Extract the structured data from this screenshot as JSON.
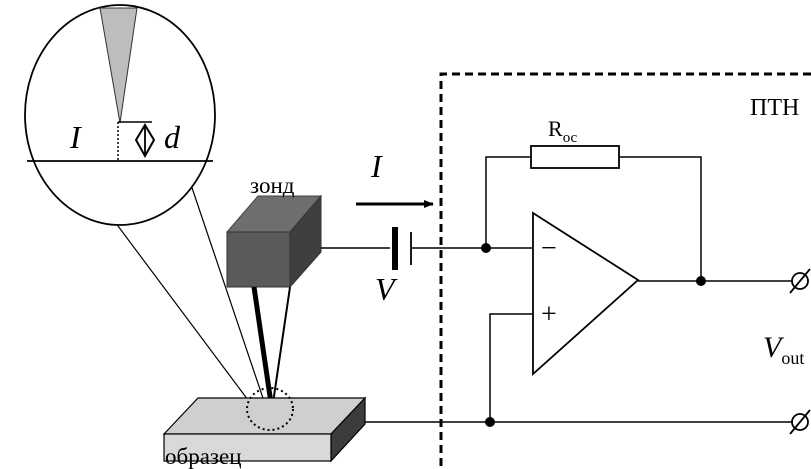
{
  "labels": {
    "current": "I",
    "distance": "d",
    "probe": "зонд",
    "sample": "образец",
    "converter": "ПТН",
    "resistor": "R",
    "resistor_sub": "ос",
    "voltage": "V",
    "output": "V",
    "output_sub": "out",
    "minus": "−",
    "plus": "+"
  }
}
